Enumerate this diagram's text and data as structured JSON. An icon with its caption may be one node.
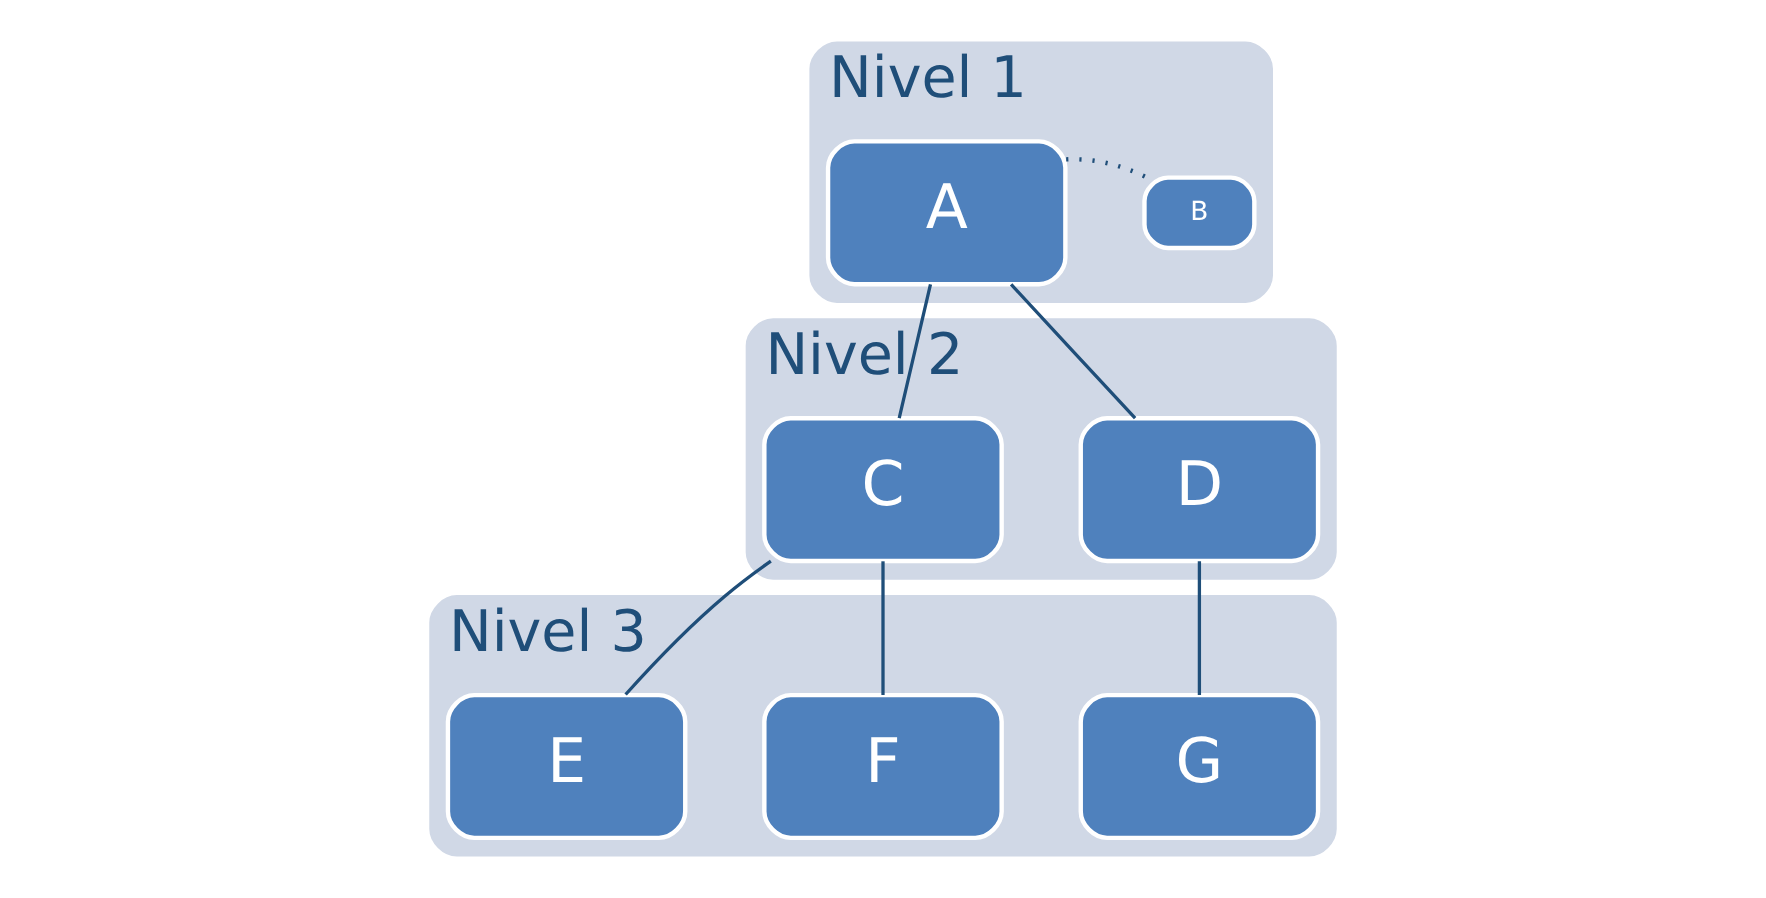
{
  "diagram": {
    "nodes": [
      {
        "text": [
          "Nivel 1"
        ]
      },
      {
        "text": [
          "A"
        ],
        "in": 0
      },
      {
        "text": [
          "B"
        ],
        "in": 0
      },
      {
        "text": [
          "Nivel 2"
        ]
      },
      {
        "text": [
          "C"
        ],
        "in": 3
      },
      {
        "text": [
          "D"
        ],
        "in": 3
      },
      {
        "text": [
          "Nivel 3"
        ]
      },
      {
        "text": [
          "E"
        ],
        "in": 6
      },
      {
        "text": [
          "F"
        ],
        "in": 6
      },
      {
        "text": [
          "G"
        ],
        "in": 6
      }
    ],
    "edges": [
      {
        "from": 1,
        "to": 2,
        "arrow": "none",
        "style": "dashed"
      },
      {
        "from": 1,
        "to": 4,
        "arrow": "none"
      },
      {
        "from": 1,
        "to": 5,
        "arrow": "none"
      },
      {
        "from": 4,
        "to": 7,
        "arrow": "none"
      },
      {
        "from": 4,
        "to": 8,
        "arrow": "none"
      },
      {
        "from": 5,
        "to": 9,
        "arrow": "none"
      }
    ]
  }
}
